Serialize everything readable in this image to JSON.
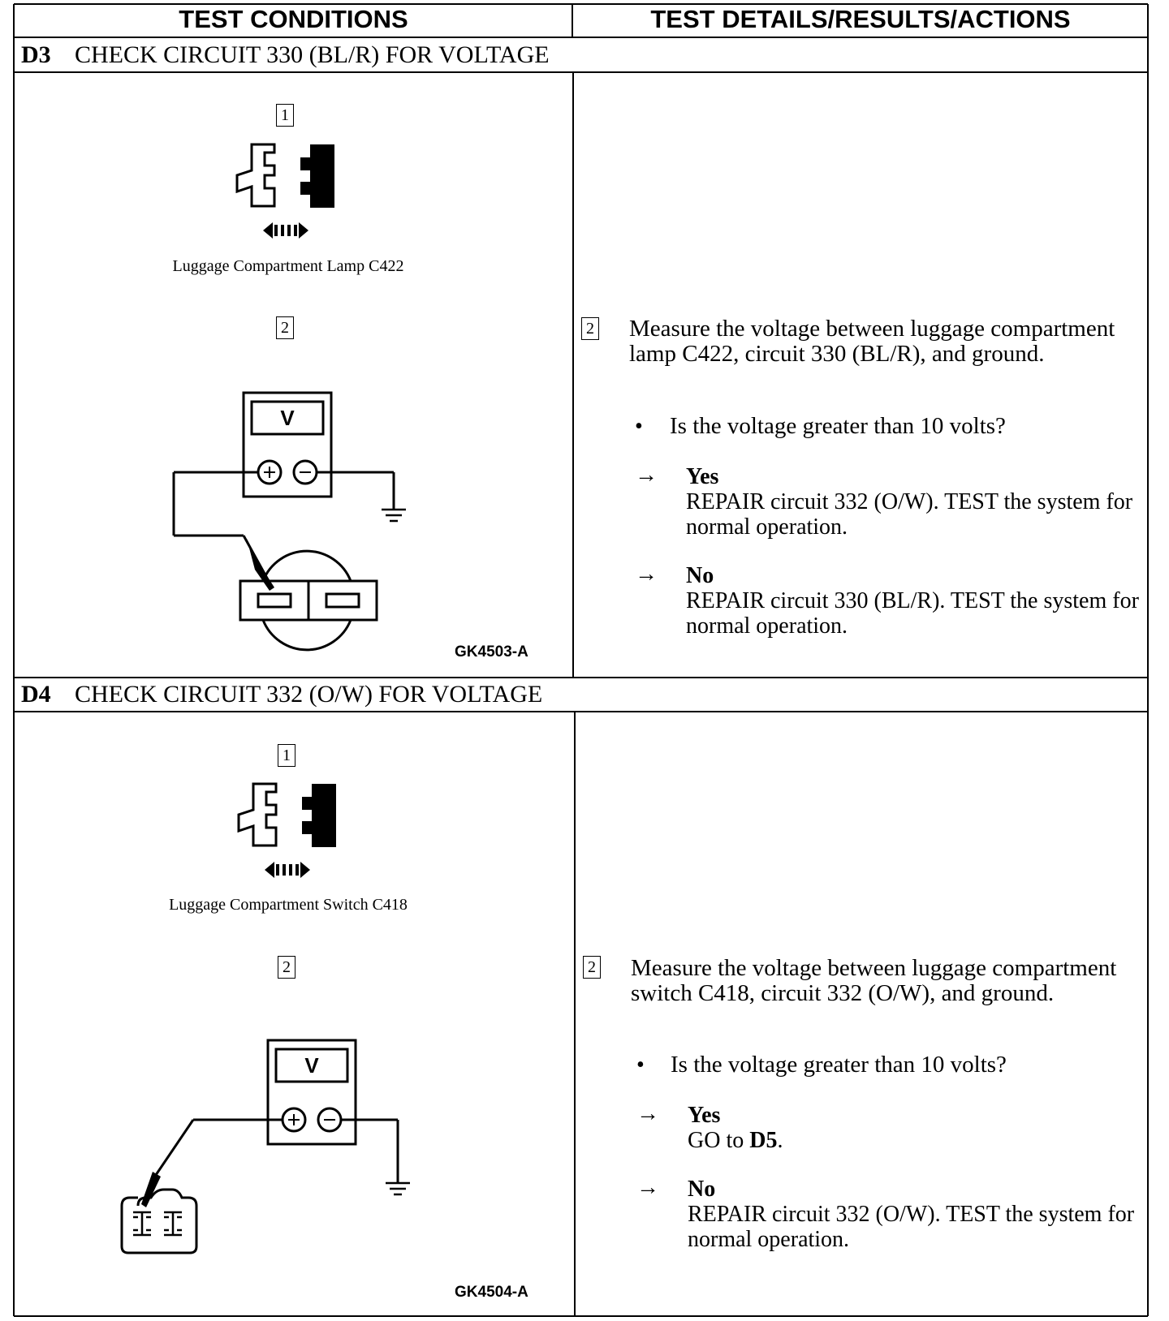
{
  "header": {
    "left": "TEST CONDITIONS",
    "right": "TEST DETAILS/RESULTS/ACTIONS"
  },
  "steps": [
    {
      "id": "D3",
      "title": "CHECK CIRCUIT 330 (BL/R) FOR VOLTAGE",
      "figure": {
        "box1": "1",
        "caption": "Luggage Compartment Lamp C422",
        "box2": "2",
        "meter_label": "V",
        "figure_id": "GK4503-A"
      },
      "details": {
        "box": "2",
        "instruction": "Measure the voltage between luggage compartment lamp C422, circuit 330 (BL/R), and ground.",
        "question": "Is the voltage greater than 10 volts?",
        "yes_label": "Yes",
        "yes_action": "REPAIR circuit 332 (O/W). TEST the system for normal operation.",
        "no_label": "No",
        "no_action": "REPAIR circuit 330 (BL/R). TEST the system for normal operation."
      }
    },
    {
      "id": "D4",
      "title": "CHECK CIRCUIT 332 (O/W) FOR VOLTAGE",
      "figure": {
        "box1": "1",
        "caption": "Luggage Compartment Switch C418",
        "box2": "2",
        "meter_label": "V",
        "figure_id": "GK4504-A"
      },
      "details": {
        "box": "2",
        "instruction": "Measure the voltage between luggage compartment switch C418, circuit 332 (O/W), and ground.",
        "question": "Is the voltage greater than 10 volts?",
        "yes_label": "Yes",
        "yes_action_prefix": "GO to ",
        "yes_action_bold": "D5",
        "yes_action_suffix": ".",
        "no_label": "No",
        "no_action": "REPAIR circuit 332 (O/W). TEST the system for normal operation."
      }
    }
  ],
  "symbols": {
    "arrow": "→",
    "bullet": "•"
  }
}
